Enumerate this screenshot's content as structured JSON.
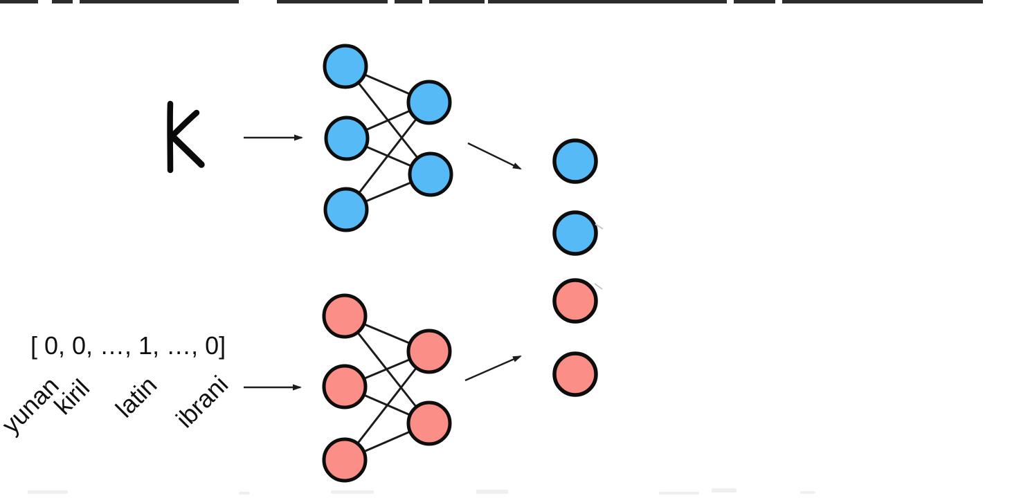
{
  "frame": {
    "background": "#ffffff",
    "description_role": "hand-drawn neural network classification diagram"
  },
  "colors": {
    "blue_node_fill": "#55baf6",
    "red_node_fill": "#fb8f87",
    "node_stroke": "#0d0d0d",
    "edge_line": "#1b1b1b",
    "arrow_line": "#1c1c1c",
    "artifact_strip": "#161616",
    "faint_mark": "#c6c6c6",
    "smudge": "#f1efee"
  },
  "input": {
    "character": "K",
    "vector_text": "[ 0, 0, …, 1, …, 0]",
    "category_labels": [
      "yunan",
      "kiril",
      "latin",
      "ibrani"
    ]
  },
  "networks": [
    {
      "name": "character-network",
      "color_key": "blue_node_fill",
      "left_nodes": 3,
      "right_nodes": 2,
      "edges": "full"
    },
    {
      "name": "category-network",
      "color_key": "red_node_fill",
      "left_nodes": 3,
      "right_nodes": 2,
      "edges": "full"
    }
  ],
  "output_column": {
    "nodes": [
      "blue",
      "blue",
      "red",
      "red"
    ]
  }
}
